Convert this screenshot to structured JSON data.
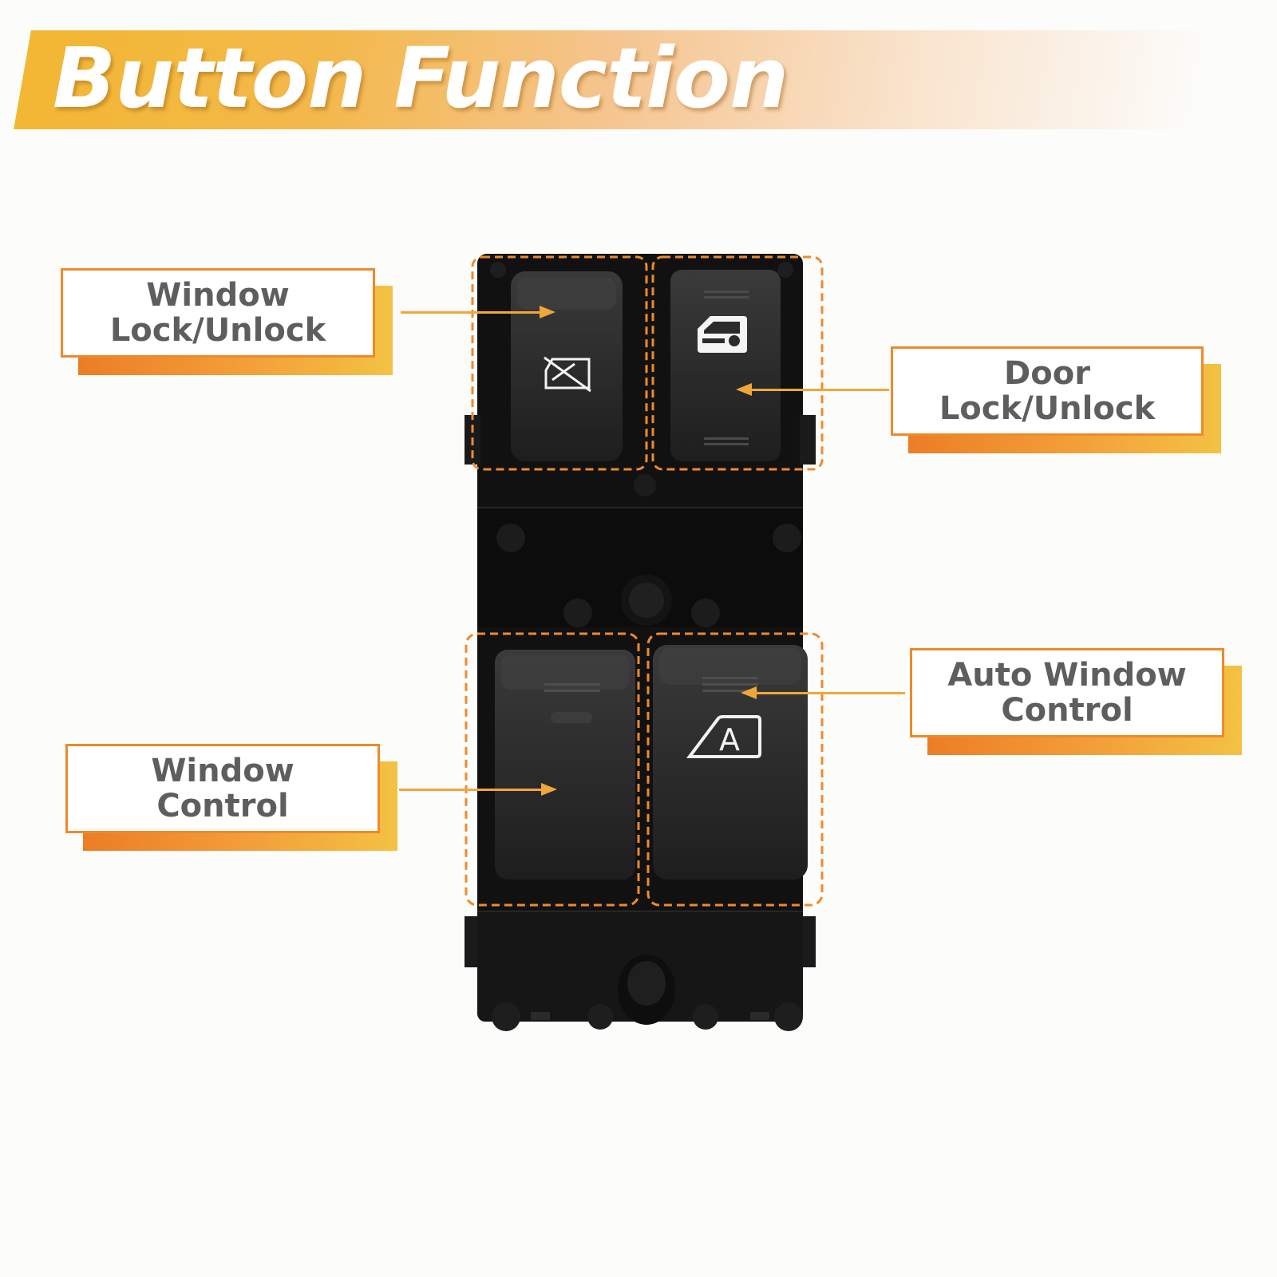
{
  "header": {
    "title": "Button Function"
  },
  "callouts": {
    "window_lock": {
      "label": "Window\nLock/Unlock"
    },
    "door_lock": {
      "label": "Door\nLock/Unlock"
    },
    "auto_window": {
      "label": "Auto Window\nControl"
    },
    "window_control": {
      "label": "Window\nControl"
    }
  },
  "switch_icons": {
    "window_lock": "window-lock-icon",
    "door_lock": "door-lock-icon",
    "auto_window": "auto-window-icon",
    "auto_window_letter": "A"
  },
  "colors": {
    "accent_orange": "#ee8a2a",
    "accent_yellow": "#f2b733",
    "label_text": "#5e5e5e",
    "switch_body": "#111111",
    "switch_button": "#2b2b2b"
  }
}
